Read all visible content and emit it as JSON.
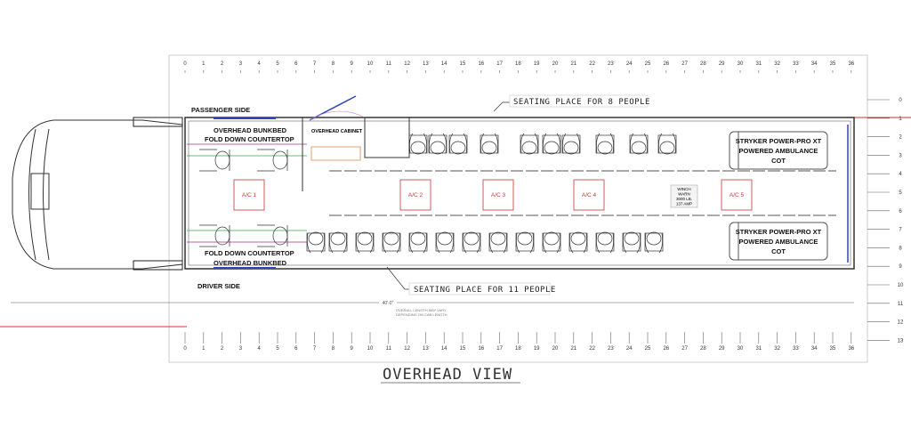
{
  "title": "OVERHEAD VIEW",
  "labels": {
    "passenger_side": "PASSENGER SIDE",
    "driver_side": "DRIVER SIDE",
    "bunkbed_top": "OVERHEAD BUNKBED",
    "countertop_top": "FOLD DOWN COUNTERTOP",
    "countertop_bottom": "FOLD DOWN COUNTERTOP",
    "bunkbed_bottom": "OVERHEAD BUNKBED",
    "overhead_cabinet": "OVERHEAD CABINET",
    "seating_top": "SEATING PLACE FOR 8 PEOPLE",
    "seating_bottom": "SEATING PLACE FOR 11 PEOPLE",
    "cot_top": [
      "STRYKER POWER-PRO XT",
      "POWERED AMBULANCE",
      "COT"
    ],
    "cot_bottom": [
      "STRYKER POWER-PRO XT",
      "POWERED AMBULANCE",
      "COT"
    ],
    "winch": [
      "WINCH",
      "WARN",
      "3000 LB.",
      "137 AMP"
    ],
    "overall_length_note": [
      "OVERALL LENGTH MAY VARY",
      "DEPENDING ON CAB LENGTH"
    ],
    "dimension": "40'-0\""
  },
  "ac_units": [
    "A/C 1",
    "A/C 2",
    "A/C 3",
    "A/C 4",
    "A/C 5"
  ],
  "ruler_horizontal": {
    "from": 0,
    "to": 36
  },
  "ruler_vertical": {
    "from": 0,
    "to": 13
  },
  "colors": {
    "line": "#333333",
    "red": "#cc3333",
    "blue": "#3344bb",
    "green": "#33aa44",
    "magenta": "#aa3388",
    "orange": "#e0a070"
  }
}
